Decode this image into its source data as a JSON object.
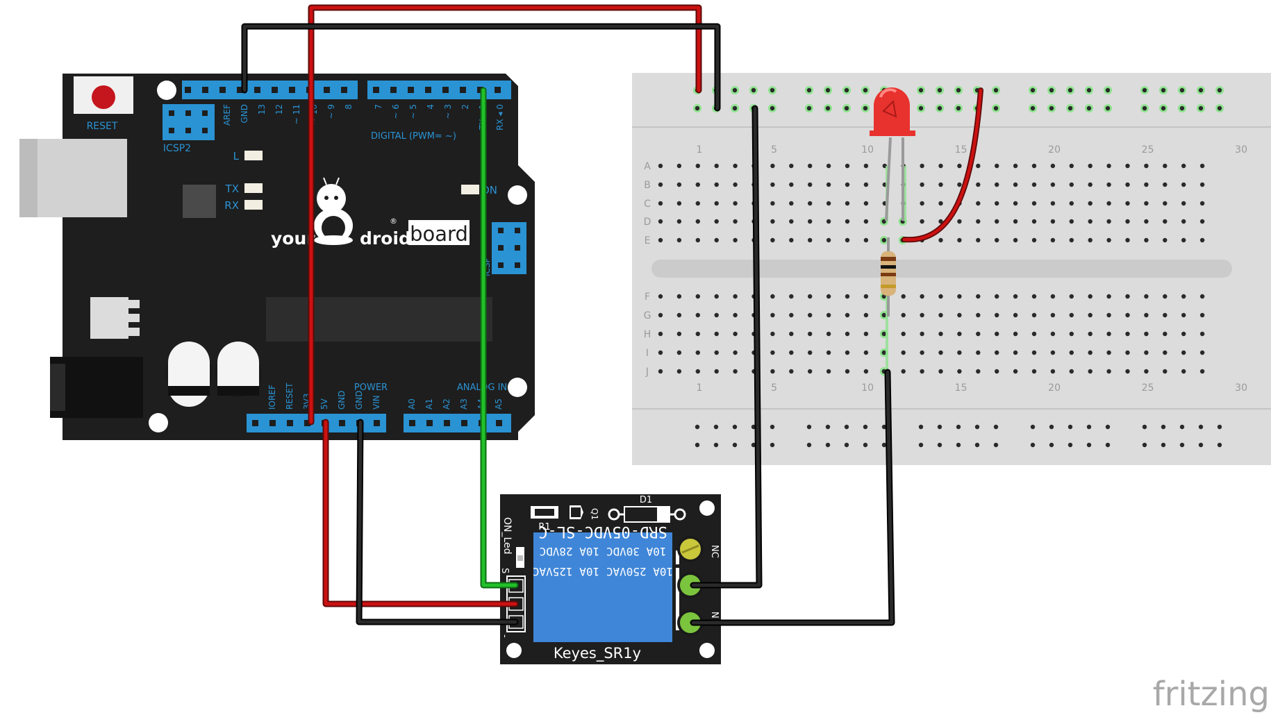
{
  "arduino": {
    "reset_label": "RESET",
    "icsp2_label": "ICSP2",
    "icsp_label": "ICSP",
    "led_l": "L",
    "led_tx": "TX",
    "led_rx": "RX",
    "on_label": "ON",
    "brand_your": "your",
    "brand_droid": "droid",
    "brand_board": "board",
    "brand_reg": "®",
    "digital_label": "DIGITAL  (PWM=  ~)",
    "power_label": "POWER",
    "analog_label": "ANALOG IN",
    "top_pins": [
      "AREF",
      "GND",
      "13",
      "12",
      "~ 11",
      "~ 10",
      "~ 9",
      "8",
      "7",
      "~ 6",
      "~ 5",
      "4",
      "~ 3",
      "2",
      "TX ▸ 1",
      "RX ◂ 0"
    ],
    "bottom_pins": [
      "IOREF",
      "RESET",
      "3V3",
      "5V",
      "GND",
      "GND",
      "VIN",
      "A0",
      "A1",
      "A2",
      "A3",
      "A4",
      "A5"
    ]
  },
  "breadboard": {
    "row_letters": [
      "A",
      "B",
      "C",
      "D",
      "E",
      "F",
      "G",
      "H",
      "I",
      "J"
    ],
    "column_numbers": [
      "1",
      "5",
      "10",
      "15",
      "20",
      "25",
      "30"
    ]
  },
  "relay": {
    "name": "Keyes_SR1y",
    "model_line": "SRD-05VDC-SL-C",
    "rating_1": "10A  30VDC  10A  28VDC",
    "rating_2": "10A 250VAC  10A 125VAC",
    "r1_label": "R1",
    "q1_label": "Q1",
    "d1_label": "D1",
    "on_led_label": "ON_Led",
    "s_label": "S",
    "minus_label": "-",
    "nc_label": "NC",
    "no_label": "N"
  },
  "watermark": "fritzing",
  "colors": {
    "board": "#1e1e1e",
    "header": "#2a93d4",
    "wire_red": "#cc1111",
    "wire_black": "#1a1a1a",
    "wire_green": "#22c02a",
    "breadboard": "#dcdcdc",
    "relay_blue": "#3f86d8"
  }
}
